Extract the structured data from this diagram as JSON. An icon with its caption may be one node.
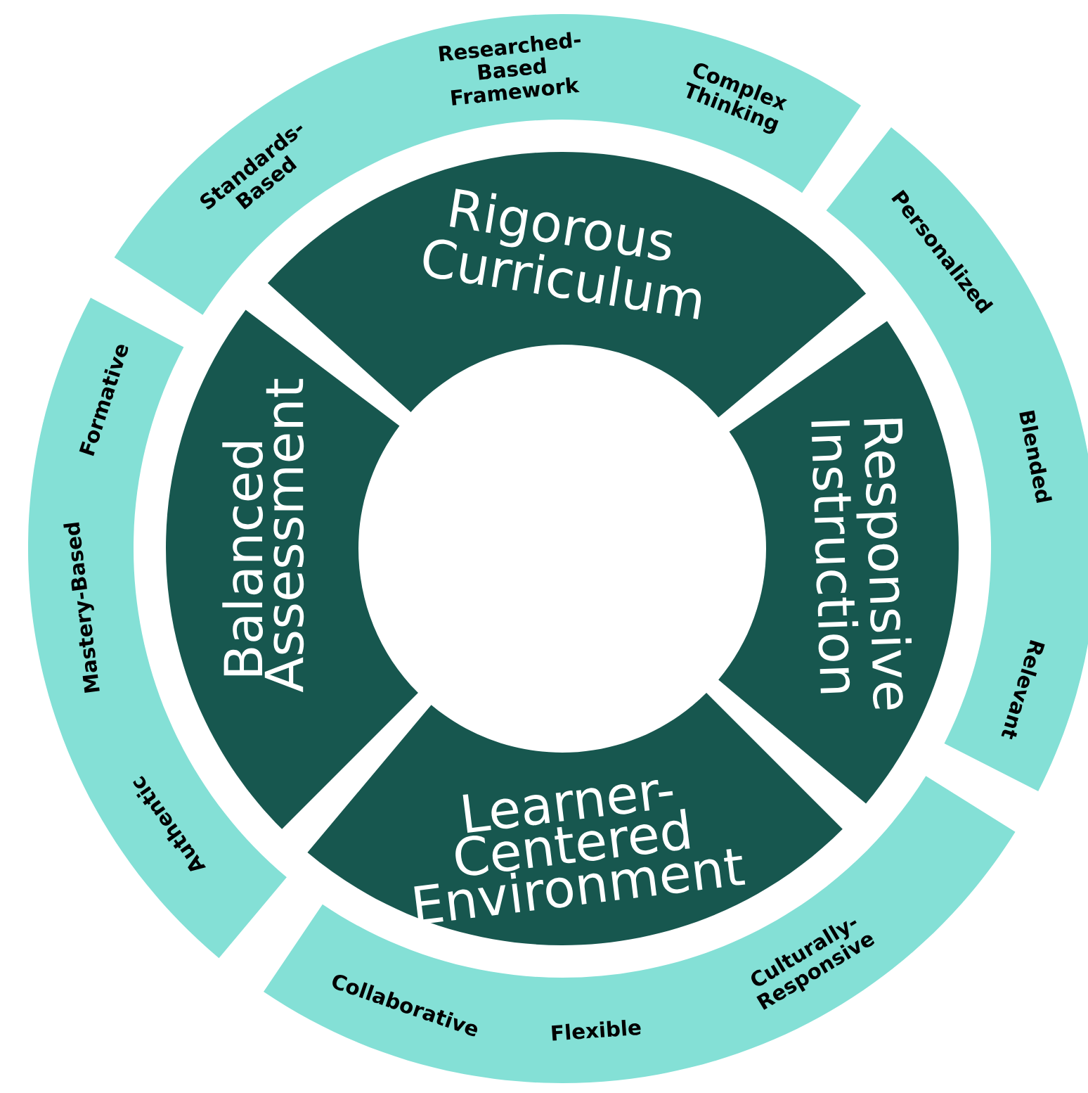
{
  "diagram": {
    "nodes": [
      {
        "text": [
          "Rigorous Curriculum"
        ]
      },
      {
        "text": [
          "Responsive Instruction"
        ]
      },
      {
        "text": [
          "Learner-Centered Environment"
        ]
      },
      {
        "text": [
          "Balanced Assessment"
        ]
      },
      {
        "text": [
          "Standards-Based",
          "Researched-Based Framework",
          "Complex Thinking"
        ]
      },
      {
        "text": [
          "Personalized",
          "Blended",
          "Relevant"
        ]
      },
      {
        "text": [
          "Collaborative",
          "Flexible",
          "Culturally-Responsive"
        ]
      },
      {
        "text": [
          "Formative",
          "Mastery-Based",
          "Authentic"
        ]
      }
    ]
  }
}
